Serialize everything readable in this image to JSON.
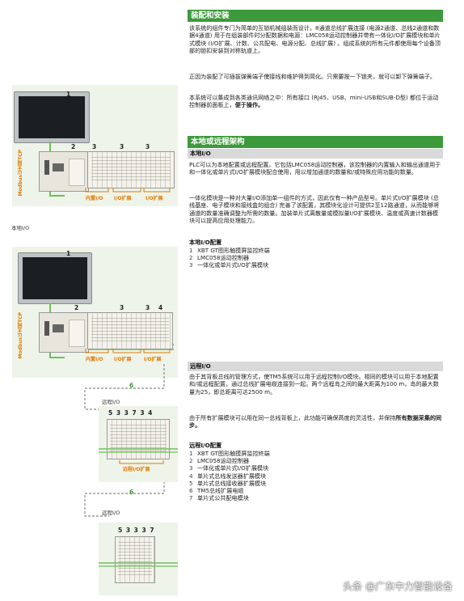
{
  "section1": {
    "title": "装配和安装",
    "para1": "该系统的组件专门为简单的互锁机械组装而设计。8通道总线扩展连接 (电源2通道、总线2通道和数据4通道) 用于在组装部件时分配数据和电源：LMC058运动控制器并带有一体化I/O扩展模块和单片式模块 (I/O扩展、计数、公共配电、电源分配、总线扩展) 。组成系统的所有元件都使用每个设备顶部的锁扣安装到对称轨道上。",
    "para2": "正因为装配了可插拔弹簧端子使接线和维护得到简化。只需要按一下锁夹，就可以卸下弹簧端子。",
    "para3_a": "本系统可以集成到各类通讯网络之中：所有接口 (RJ45、USB、mini-USB和SUB-D型) 都位于运动控制器前面板上，",
    "para3_b": "便于操作。"
  },
  "section2": {
    "title": "本地或远程架构",
    "sub_local": "本地I/O",
    "para1": "PLC可以为本地配置或远程配置。它包括LMC058运动控制器，该控制器的内置输入和输出通道用于和一体化或单片式I/O扩展模块配合使用，用以增加通道的数量和/或特殊应用功能的数量。",
    "para2": "一体化模块是一种对大量I/O添加单一组件的方式，因此仅有一种产品型号。单片式I/O扩展模块 (总线基座、电子模块和接线盒的组合) 完善了该配置，其模块化设计可提供2至12路通道，从而能够将通道的数量准确调整为所需的数量。加装单片式离散量或模拟量I/O扩展模块、温度或高速计数器模块可以提高应用处理能力。",
    "list_title": "本地I/O配置",
    "list": [
      {
        "n": "1",
        "text": "XBT GT图形触摸屏监控终端"
      },
      {
        "n": "2",
        "text": "LMC058运动控制器"
      },
      {
        "n": "3",
        "text": "一体化或单片式I/O扩展模块"
      }
    ]
  },
  "section3": {
    "sub_remote": "远程I/O",
    "para1": "由于其背板总线的管理方式，使TM5系统可以用于远程控制I/O模块。相同的模块可以用于本地配置和/或远程配置，通过总线扩展电缆连接到一起。两个远程岛之间的最大距离为100 m，岛的最大数量为25，即总距离可达2500 m。",
    "para2_a": "由于所有扩展模块可以用在同一总线背板上，此功能可确保高度的灵活性，并保持",
    "para2_b": "所有数据采集的同步。",
    "list_title": "远程I/O配置",
    "list": [
      {
        "n": "1",
        "text": "XBT GT图形触摸屏监控终端"
      },
      {
        "n": "2",
        "text": "LMC058运动控制器"
      },
      {
        "n": "3",
        "text": "一体化或单片式I/O扩展模块"
      },
      {
        "n": "4",
        "text": "单片式总线发送器扩展模块"
      },
      {
        "n": "5",
        "text": "单片式总线接收器扩展模块"
      },
      {
        "n": "6",
        "text": "TM5总线扩展电缆"
      },
      {
        "n": "7",
        "text": "单片式公共配电模块"
      }
    ]
  },
  "figure1": {
    "caption": "本地I/O",
    "vert": "Modbus以太网TCP",
    "labels": [
      "1",
      "2",
      "3",
      "3",
      "3"
    ],
    "orange": [
      "内置I/O",
      "I/O扩展",
      "I/O扩展"
    ]
  },
  "figure2": {
    "vert": "Modbus以太网TCP",
    "labels": [
      "1",
      "2",
      "3",
      "3",
      "4"
    ],
    "orange": [
      "内置I/O",
      "I/O扩展",
      "I/O扩展"
    ],
    "remote_label": "远程I/O",
    "cable_label": "6",
    "rack2_labels": "5  3  3  7  3  4",
    "rack2_orange": "远程I/O扩展",
    "cable_label2": "6",
    "remote_label2": "远程I/O",
    "rack3_labels": "5  3  3  3  7"
  },
  "watermark": "头条 @广东中力智能设备",
  "colors": {
    "accent": "#3d9a3c",
    "orange": "#e07a00",
    "cable_green": "#6fc05a"
  }
}
